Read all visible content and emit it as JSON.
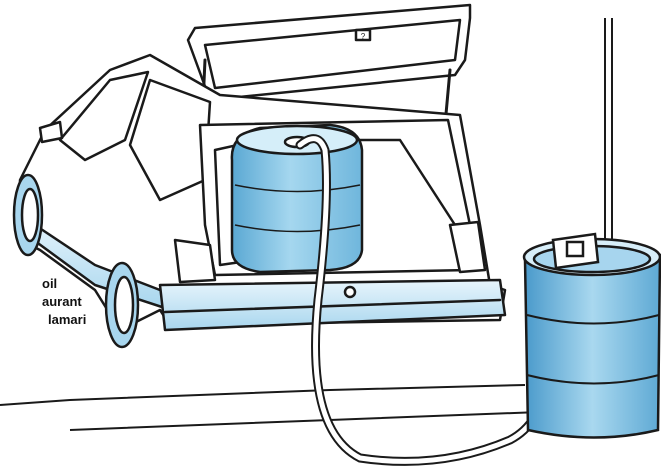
{
  "caption": {
    "line1": "oil",
    "line2": "aurant",
    "line3": "lamari"
  },
  "badge": {
    "symbol": "?"
  },
  "icons": {
    "car": "hatchback-car-illustration",
    "tank": "plastic-barrel-illustration",
    "drum": "steel-drum-illustration",
    "hose": "siphon-hose-illustration"
  },
  "colors": {
    "outline": "#1a1a1a",
    "fill_light": "#e6f4fb",
    "fill_mid": "#9fd3ee",
    "fill_dark": "#5aa8d3",
    "shadow": "#c7e5f4"
  }
}
